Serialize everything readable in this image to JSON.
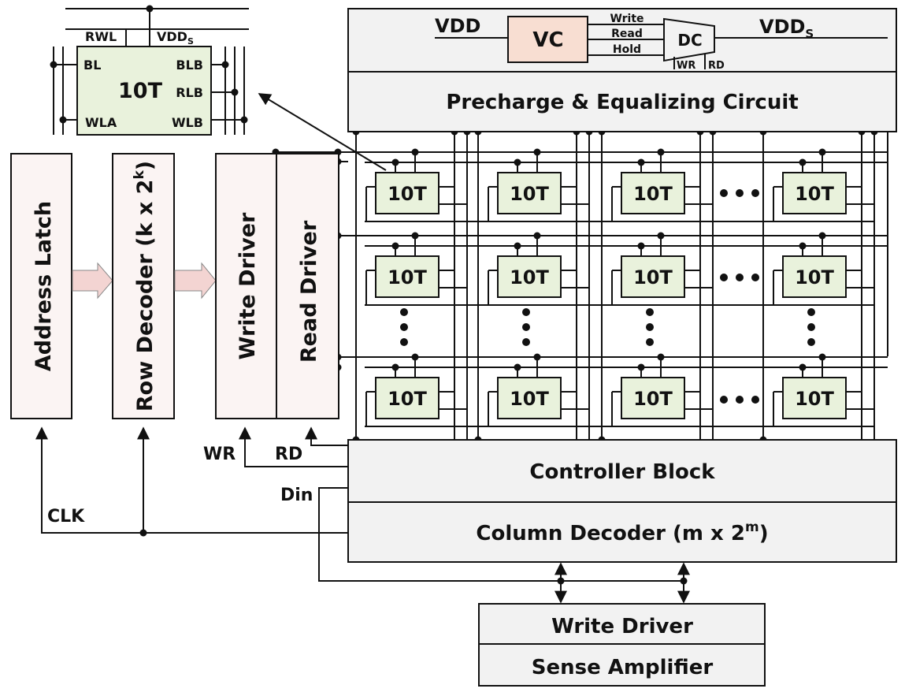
{
  "colors": {
    "line": "#111111",
    "block_fill": "#f2f2f2",
    "pink_fill": "#fbf4f3",
    "cell_fill": "#e9f2dc",
    "vc_fill": "#f8ded2",
    "dc_fill": "#f2f2f2",
    "arrow_fill": "#f3d4d2"
  },
  "cell": {
    "label": "10T",
    "pins": {
      "rwl": "RWL",
      "vdds": "VDD",
      "vdds_sub": "S",
      "bl": "BL",
      "blb": "BLB",
      "rlb": "RLB",
      "wla": "WLA",
      "wlb": "WLB"
    }
  },
  "blocks": {
    "address_latch": "Address Latch",
    "row_decoder": "Row Decoder (k x 2",
    "row_decoder_sup": "k",
    "row_decoder_close": ")",
    "write_driver_left": "Write Driver",
    "read_driver": "Read Driver",
    "precharge": "Precharge & Equalizing Circuit",
    "controller": "Controller Block",
    "column_decoder": "Column Decoder (m x 2",
    "column_decoder_sup": "m",
    "column_decoder_close": ")",
    "write_driver_bottom": "Write Driver",
    "sense_amplifier": "Sense Amplifier"
  },
  "supply": {
    "vdd": "VDD",
    "vdds": "VDD",
    "vdds_sub": "S",
    "vc": "VC",
    "dc": "DC",
    "modes": [
      "Write",
      "Read",
      "Hold"
    ],
    "wr": "WR",
    "rd": "RD"
  },
  "signals": {
    "wr": "WR",
    "rd": "RD",
    "din": "Din",
    "clk": "CLK"
  },
  "ellipsis": "•••"
}
